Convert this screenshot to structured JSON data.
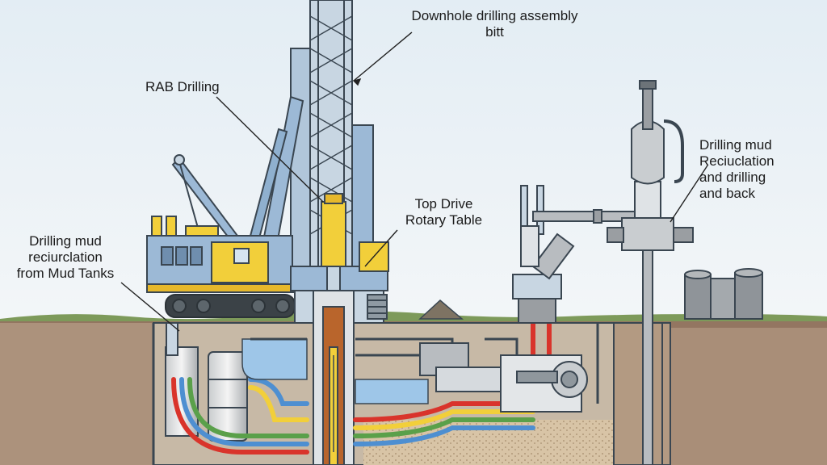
{
  "labels": {
    "downhole": [
      "Downhole drilling assembly",
      "bitt"
    ],
    "rab": [
      "RAB Drilling"
    ],
    "topdrive": [
      "Top Drive",
      "Rotary Table"
    ],
    "mud_left": [
      "Drilling mud",
      "reciurclation",
      "from Mud Tanks"
    ],
    "mud_right": [
      "Drilling mud",
      "Reciuclation",
      "and drilling",
      "and back"
    ]
  },
  "colors": {
    "sky": "#e8f0f5",
    "ground": "#a98e78",
    "grass": "#7d9a5a",
    "rig_blue": "#9cb9d6",
    "rig_yellow": "#f2cf3a",
    "mud_red": "#d9342b",
    "mud_blue": "#4e8fd1",
    "mud_green": "#5aa04a",
    "pipe_brown": "#b9652c",
    "steel": "#b8bcc0",
    "outline": "#3a4651"
  }
}
